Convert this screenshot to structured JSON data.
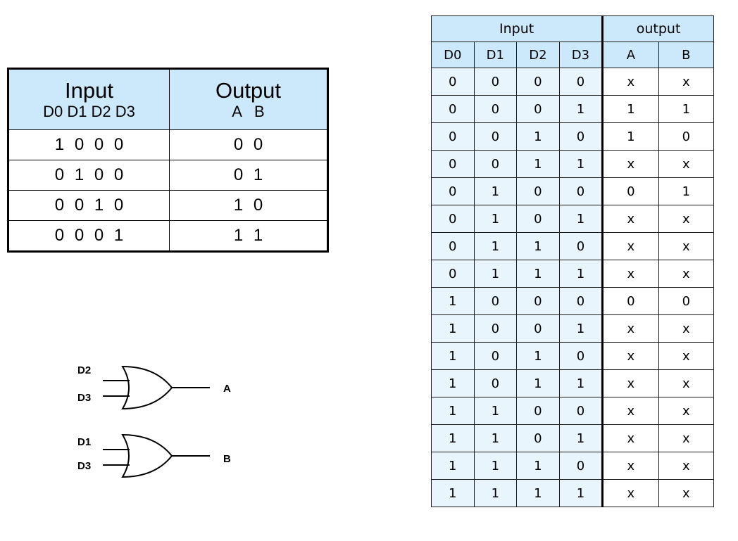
{
  "small_table": {
    "input_title": "Input",
    "input_cols": "D0 D1 D2 D3",
    "output_title": "Output",
    "output_cols": "A   B",
    "rows": [
      {
        "in": "1 0 0 0",
        "out": "0 0"
      },
      {
        "in": "0 1 0 0",
        "out": "0 1"
      },
      {
        "in": "0 0 1 0",
        "out": "1 0"
      },
      {
        "in": "0 0 0 1",
        "out": "1 1"
      }
    ]
  },
  "big_table": {
    "input_title": "Input",
    "output_title": "output",
    "headers": [
      "D0",
      "D1",
      "D2",
      "D3",
      "A",
      "B"
    ],
    "rows": [
      [
        "0",
        "0",
        "0",
        "0",
        "x",
        "x"
      ],
      [
        "0",
        "0",
        "0",
        "1",
        "1",
        "1"
      ],
      [
        "0",
        "0",
        "1",
        "0",
        "1",
        "0"
      ],
      [
        "0",
        "0",
        "1",
        "1",
        "x",
        "x"
      ],
      [
        "0",
        "1",
        "0",
        "0",
        "0",
        "1"
      ],
      [
        "0",
        "1",
        "0",
        "1",
        "x",
        "x"
      ],
      [
        "0",
        "1",
        "1",
        "0",
        "x",
        "x"
      ],
      [
        "0",
        "1",
        "1",
        "1",
        "x",
        "x"
      ],
      [
        "1",
        "0",
        "0",
        "0",
        "0",
        "0"
      ],
      [
        "1",
        "0",
        "0",
        "1",
        "x",
        "x"
      ],
      [
        "1",
        "0",
        "1",
        "0",
        "x",
        "x"
      ],
      [
        "1",
        "0",
        "1",
        "1",
        "x",
        "x"
      ],
      [
        "1",
        "1",
        "0",
        "0",
        "x",
        "x"
      ],
      [
        "1",
        "1",
        "0",
        "1",
        "x",
        "x"
      ],
      [
        "1",
        "1",
        "1",
        "0",
        "x",
        "x"
      ],
      [
        "1",
        "1",
        "1",
        "1",
        "x",
        "x"
      ]
    ]
  },
  "gates": [
    {
      "in1": "D2",
      "in2": "D3",
      "out": "A"
    },
    {
      "in1": "D1",
      "in2": "D3",
      "out": "B"
    }
  ],
  "colors": {
    "header_bg": "#cce9fb",
    "input_cell_bg": "#e9f5fd"
  }
}
